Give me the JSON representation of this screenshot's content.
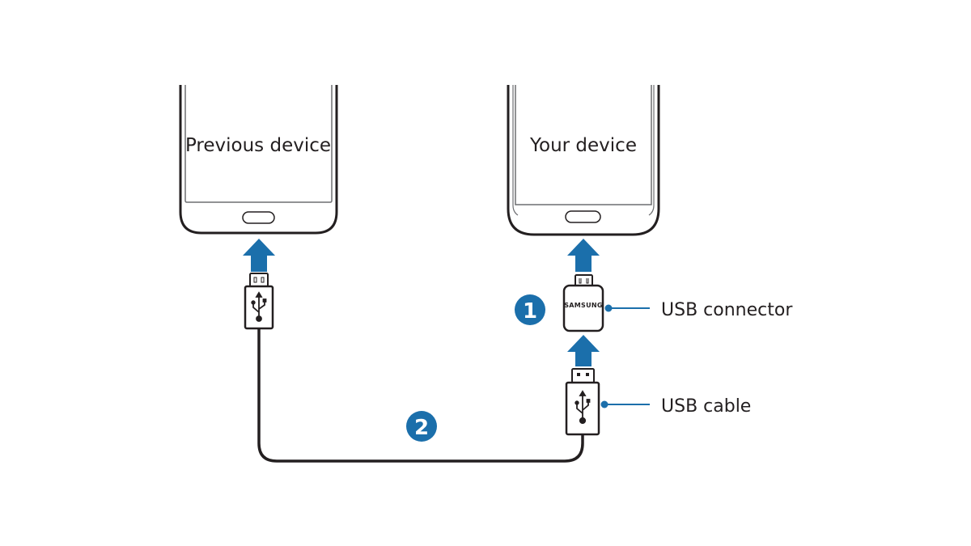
{
  "diagram": {
    "title": "Connecting devices with USB cable and USB connector",
    "devices": {
      "previous": {
        "label": "Previous device"
      },
      "yours": {
        "label": "Your device"
      }
    },
    "connector": {
      "brand": "SAMSUNG"
    },
    "steps": [
      {
        "number": "1",
        "refers_to": "USB connector"
      },
      {
        "number": "2",
        "refers_to": "USB cable"
      }
    ],
    "callouts": [
      {
        "label": "USB connector"
      },
      {
        "label": "USB cable"
      }
    ],
    "colors": {
      "accent": "#1b6fab",
      "line": "#231f20",
      "background": "#ffffff"
    }
  }
}
